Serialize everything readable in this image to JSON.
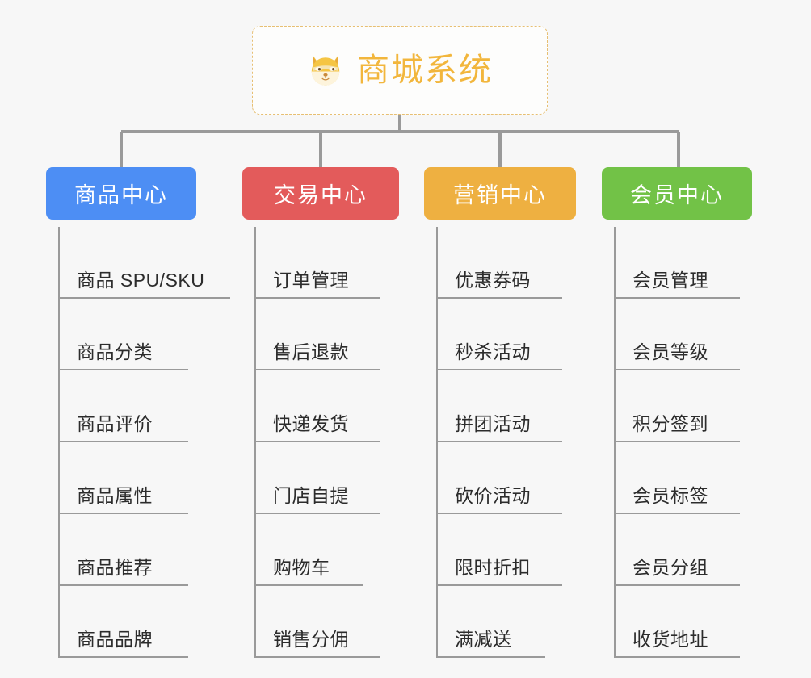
{
  "root": {
    "title": "商城系统",
    "icon": "shiba-dog-icon",
    "accent_color": "#f2b63c",
    "border_color": "#e7bf72"
  },
  "connector_color": "#9a9a9a",
  "background_color": "#f7f7f7",
  "branches": [
    {
      "id": "product",
      "label": "商品中心",
      "color": "#4d8ef4",
      "leaves": [
        "商品 SPU/SKU",
        "商品分类",
        "商品评价",
        "商品属性",
        "商品推荐",
        "商品品牌"
      ]
    },
    {
      "id": "trade",
      "label": "交易中心",
      "color": "#e35b5b",
      "leaves": [
        "订单管理",
        "售后退款",
        "快递发货",
        "门店自提",
        "购物车",
        "销售分佣"
      ]
    },
    {
      "id": "market",
      "label": "营销中心",
      "color": "#eeb041",
      "leaves": [
        "优惠券码",
        "秒杀活动",
        "拼团活动",
        "砍价活动",
        "限时折扣",
        "满减送"
      ]
    },
    {
      "id": "member",
      "label": "会员中心",
      "color": "#72c247",
      "leaves": [
        "会员管理",
        "会员等级",
        "积分签到",
        "会员标签",
        "会员分组",
        "收货地址"
      ]
    }
  ]
}
